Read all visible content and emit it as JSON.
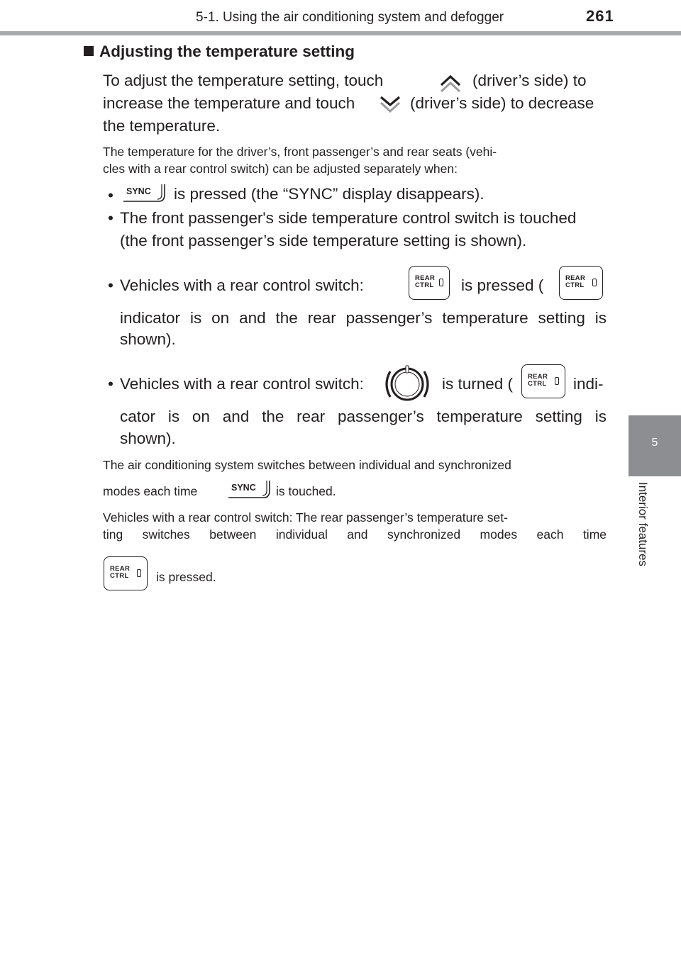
{
  "header": {
    "section_title": "5-1. Using the air conditioning system and defogger",
    "page_number": "261"
  },
  "side_tab": {
    "chapter_number": "5",
    "chapter_label": "Interior features"
  },
  "content": {
    "heading": "Adjusting the temperature setting",
    "intro": {
      "line1_a": "To  adjust  the  temperature  setting,  touch",
      "line1_b": "(driver’s  side)  to",
      "line2_a": "increase the temperature and touch",
      "line2_b": "(driver’s side) to decrease",
      "line3": "the temperature."
    },
    "separate_note": {
      "line1": "The  temperature  for  the  driver’s,  front  passenger’s  and  rear  seats  (vehi-",
      "line2": "cles with a rear control switch) can be adjusted separately when:"
    },
    "bullets": {
      "b1": "is pressed (the “SYNC” display disappears).",
      "b2_line1": "The front passenger's side temperature control switch is touched",
      "b2_line2": "(the front passenger’s side temperature setting is shown).",
      "b3_line1_a": "Vehicles  with  a  rear  control  switch:",
      "b3_line1_b": "is  pressed  (",
      "b3_line2": "indicator  is  on  and  the  rear  passenger’s  temperature  setting  is",
      "b3_line3": "shown).",
      "b4_line1_a": "Vehicles with a rear control switch:",
      "b4_line1_b": "is turned (",
      "b4_line1_c": "indi-",
      "b4_line2": "cator  is  on  and  the  rear  passenger’s  temperature  setting  is",
      "b4_line3": "shown)."
    },
    "sync_note": {
      "line1": "The air conditioning system switches between individual and synchronized",
      "line2_a": "modes each time",
      "line2_b": "is touched."
    },
    "rear_note": {
      "line1": "Vehicles with a rear control switch: The rear passenger’s temperature set-",
      "line2": "ting  switches  between  individual  and  synchronized  modes  each  time",
      "line3": "is pressed."
    },
    "bullet_glyph": "•"
  },
  "icons": {
    "sync_label": "SYNC",
    "rear_ctrl_line1": "REAR",
    "rear_ctrl_line2": "CTRL",
    "up_chevron": "chevron-up-icon",
    "down_chevron": "chevron-down-icon",
    "rear_dial": "rear-dial-icon"
  }
}
